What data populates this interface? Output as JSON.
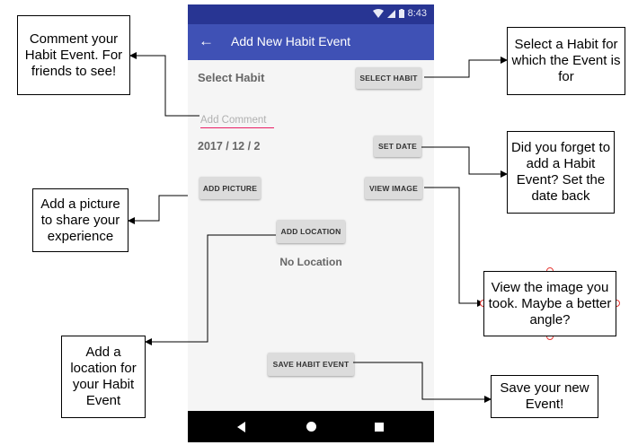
{
  "status_bar": {
    "time": "8:43",
    "icons": [
      "wifi-icon",
      "signal-icon",
      "battery-icon"
    ]
  },
  "app_bar": {
    "title": "Add New Habit Event",
    "back_icon": "arrow-back-icon"
  },
  "form": {
    "select_habit_label": "Select Habit",
    "select_habit_button": "SELECT HABIT",
    "comment_placeholder": "Add Comment",
    "date_value": "2017 / 12 / 2",
    "set_date_button": "SET DATE",
    "add_picture_button": "ADD PICTURE",
    "view_image_button": "VIEW IMAGE",
    "add_location_button": "ADD LOCATION",
    "location_value": "No Location",
    "save_button": "SAVE HABIT EVENT"
  },
  "nav_bar": {
    "icons": [
      "nav-back-icon",
      "nav-home-icon",
      "nav-recents-icon"
    ]
  },
  "annotations": {
    "comment": "Comment your Habit Event. For friends to see!",
    "select_habit": "Select a Habit for which the Event is for",
    "set_date": "Did you forget to add a Habit Event? Set the date back",
    "add_picture": "Add a picture to share your experience",
    "view_image": "View the image you took. Maybe a better angle?",
    "add_location": "Add a location for your Habit Event",
    "save": "Save your new Event!"
  },
  "colors": {
    "primary": "#3f51b5",
    "primary_dark": "#283593",
    "accent": "#e91e63",
    "button_bg": "#dcdcdc"
  }
}
